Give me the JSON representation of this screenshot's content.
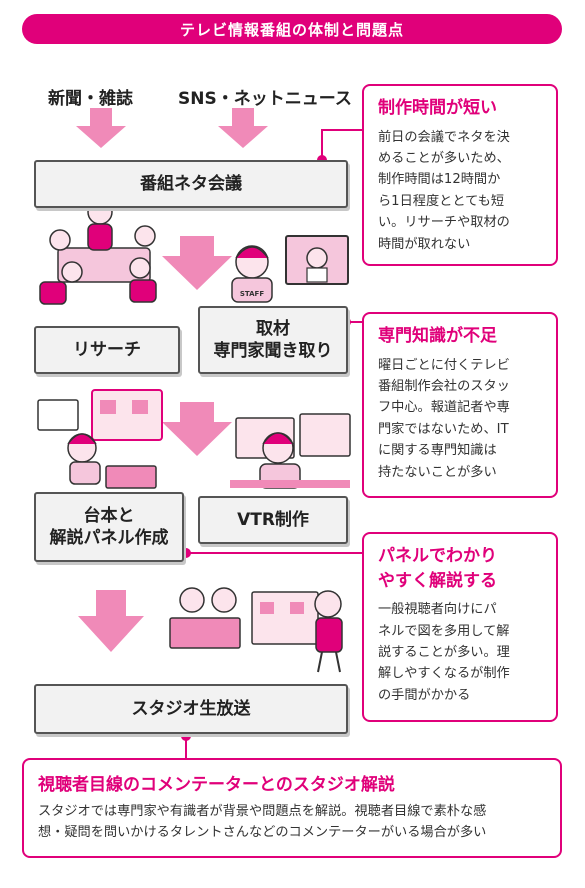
{
  "title": "テレビ情報番組の体制と問題点",
  "sources": [
    "新聞・雑誌",
    "SNS・ネットニュース"
  ],
  "flow": {
    "meeting": "番組ネタ会議",
    "research": "リサーチ",
    "interview": [
      "取材",
      "専門家聞き取り"
    ],
    "script": [
      "台本と",
      "解説パネル作成"
    ],
    "vtr": "VTR制作",
    "studio": "スタジオ生放送"
  },
  "staff_label": "STAFF",
  "notes": [
    {
      "title": "制作時間が短い",
      "body": [
        "前日の会議でネタを決",
        "めることが多いため、",
        "制作時間は12時間か",
        "ら1日程度ととても短",
        "い。リサーチや取材の",
        "時間が取れない"
      ]
    },
    {
      "title": "専門知識が不足",
      "body": [
        "曜日ごとに付くテレビ",
        "番組制作会社のスタッ",
        "フ中心。報道記者や専",
        "門家ではないため、IT",
        "に関する専門知識は",
        "持たないことが多い"
      ]
    },
    {
      "title": [
        "パネルでわかり",
        "やすく解説する"
      ],
      "body": [
        "一般視聴者向けにパ",
        "ネルで図を多用して解",
        "説することが多い。理",
        "解しやすくなるが制作",
        "の手間がかかる"
      ]
    }
  ],
  "bottom": {
    "title": "視聴者目線のコメンテーターとのスタジオ解説",
    "body": [
      "スタジオでは専門家や有識者が背景や問題点を解説。視聴者目線で素朴な感",
      "想・疑問を問いかけるタレントさんなどのコメンテーターがいる場合が多い"
    ]
  },
  "colors": {
    "accent": "#e0007a",
    "arrow": "#f08ab8",
    "box_fill": "#f2f2f2",
    "box_border": "#555555"
  }
}
